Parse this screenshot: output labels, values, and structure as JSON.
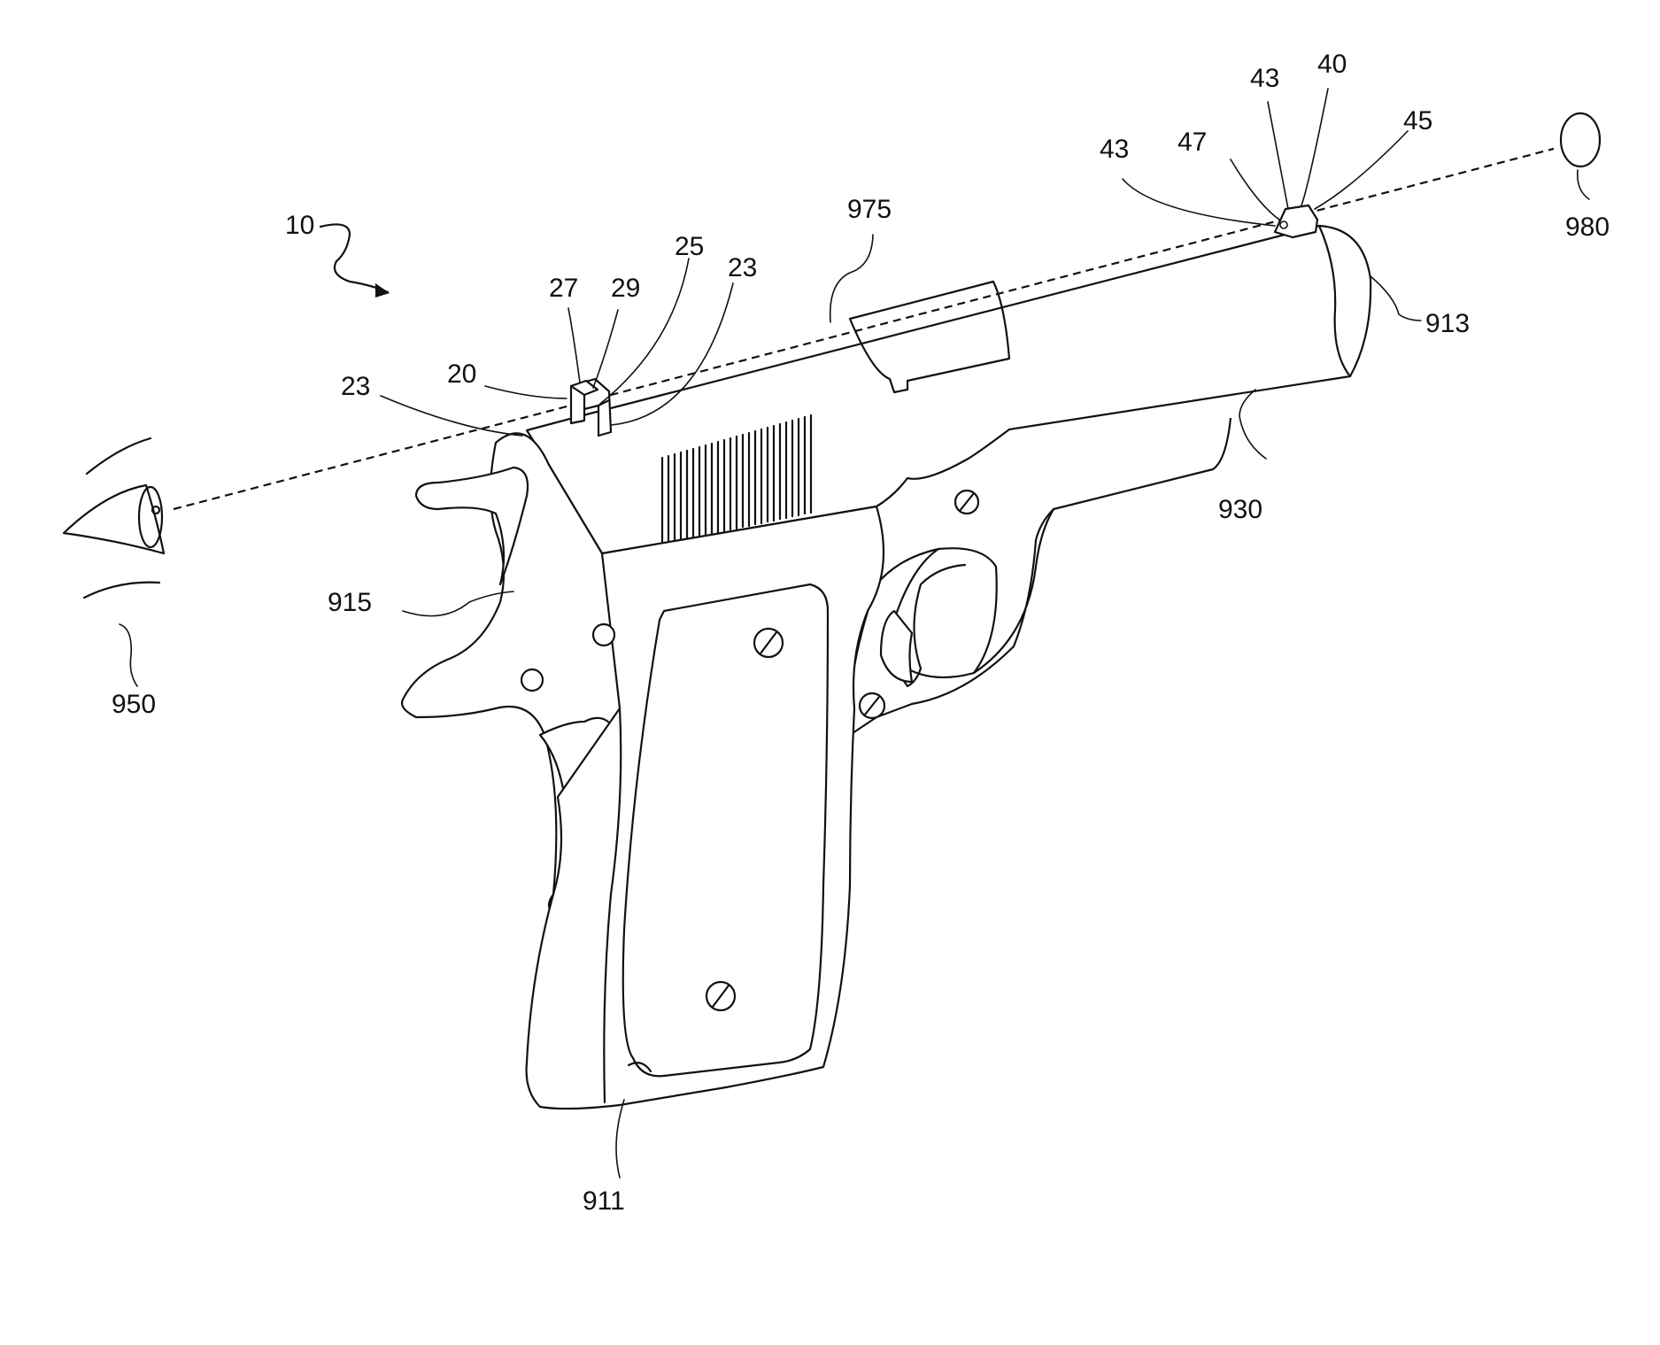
{
  "figure": {
    "reference_numerals": {
      "device": "10",
      "rear_sight": "20",
      "rear_sight_post_left": "23",
      "rear_sight_post_right": "23",
      "rear_sight_notch": "25",
      "rear_sight_element_27": "27",
      "rear_sight_element_29": "29",
      "front_sight": "40",
      "front_sight_element_43_a": "43",
      "front_sight_element_43_b": "43",
      "front_sight_element_45": "45",
      "front_sight_element_47": "47",
      "grip": "911",
      "muzzle": "913",
      "hammer_area": "915",
      "slide": "930",
      "eye": "950",
      "sight_line": "975",
      "target": "980"
    }
  }
}
